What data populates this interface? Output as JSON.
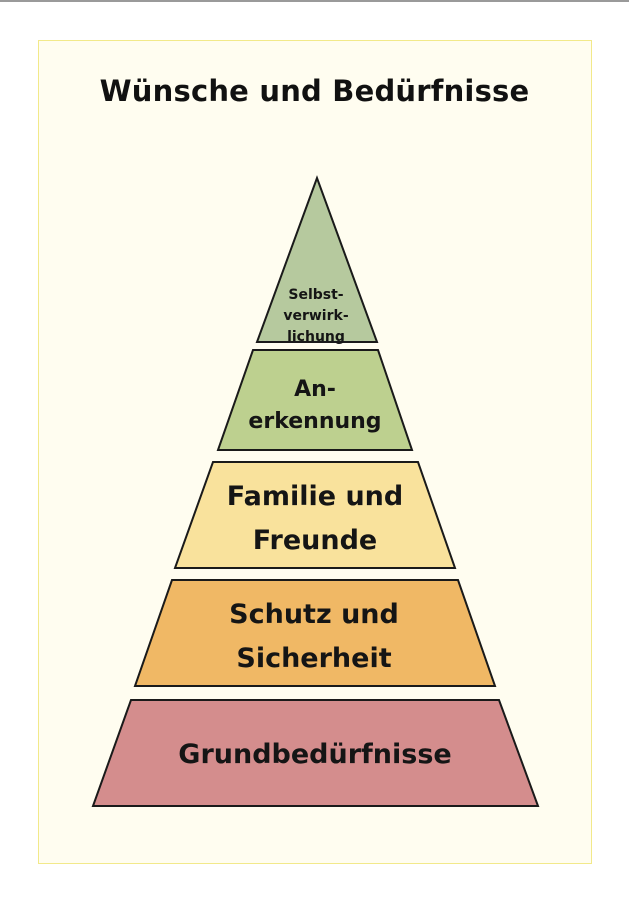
{
  "title": "Wünsche und Bedürfnisse",
  "levels": [
    {
      "lines": [
        "Selbst-",
        "verwirk-",
        "lichung"
      ],
      "color": "#b6c99e"
    },
    {
      "lines": [
        "An-",
        "erkennung"
      ],
      "color": "#bdd08f"
    },
    {
      "lines": [
        "Familie und",
        "Freunde"
      ],
      "color": "#f9e29c"
    },
    {
      "lines": [
        "Schutz und",
        "Sicherheit"
      ],
      "color": "#f0b865"
    },
    {
      "lines": [
        "Grundbedürfnisse"
      ],
      "color": "#d48d8d"
    }
  ]
}
